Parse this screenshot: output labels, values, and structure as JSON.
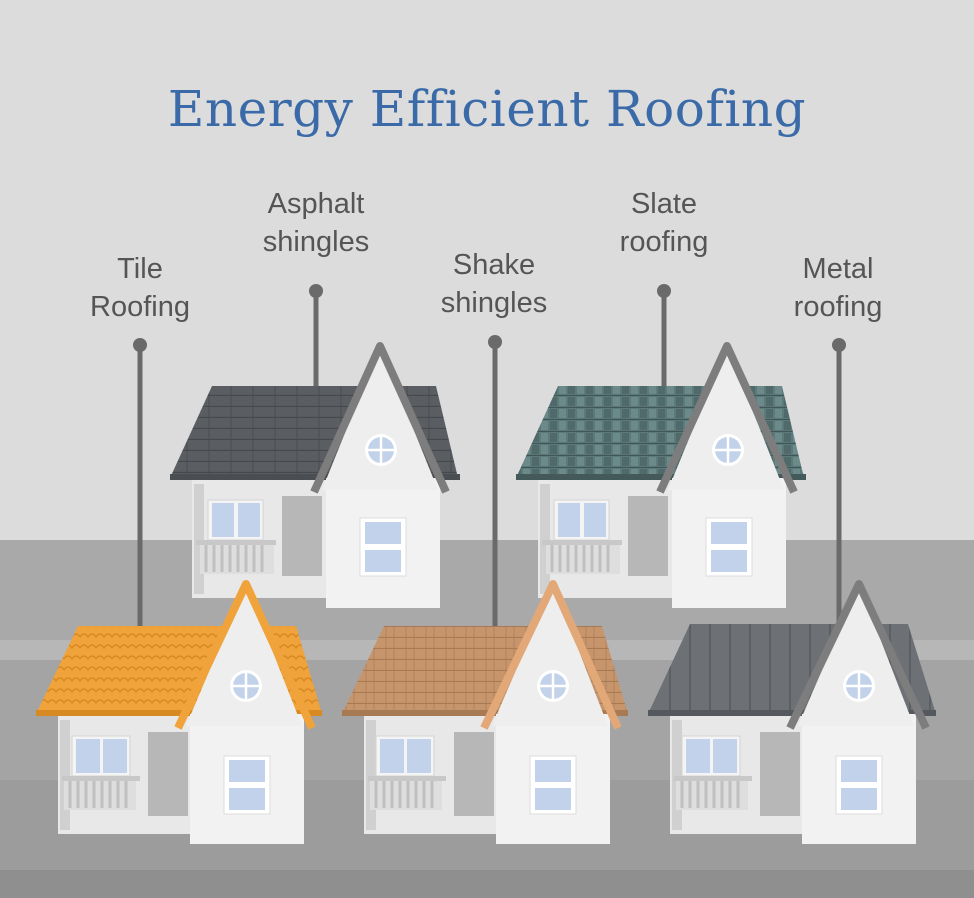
{
  "title": "Energy Efficient Roofing",
  "labels": {
    "tile": [
      "Tile",
      "Roofing"
    ],
    "asphalt": [
      "Asphalt",
      "shingles"
    ],
    "shake": [
      "Shake",
      "shingles"
    ],
    "slate": [
      "Slate",
      "roofing"
    ],
    "metal": [
      "Metal",
      "roofing"
    ]
  },
  "colors": {
    "background": "#dcdcdc",
    "title": "#3a6aa8",
    "label_text": "#555555",
    "tile_roof": "#f0a33a",
    "asphalt_roof": "#5a5d61",
    "shake_roof": "#c7956c",
    "slate_roof": "#5d7a7a",
    "metal_roof": "#6d7176",
    "window": "#c2d2ea",
    "wall": "#f2f2f2"
  }
}
